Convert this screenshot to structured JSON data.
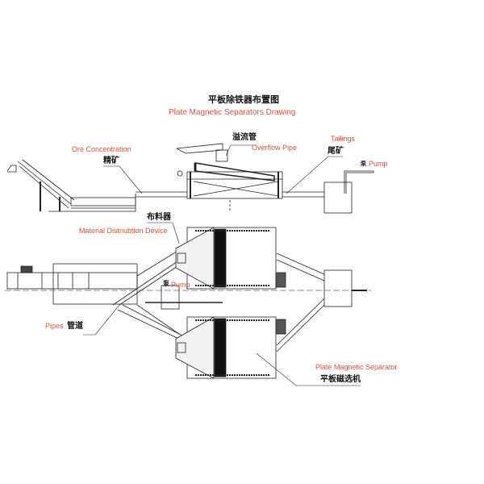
{
  "title": {
    "zh": "平板除铁器布置图",
    "en": "Plate Magnetic Separators Drawing"
  },
  "labels": {
    "overflow_pipe": {
      "zh": "溢流管",
      "en": "Overflow Pipe"
    },
    "tailings": {
      "zh": "尾矿",
      "en": "Tailings"
    },
    "pump_top": {
      "zh": "泵",
      "en": "Pump"
    },
    "ore_concentration": {
      "zh": "精矿",
      "en": "Ore Concentration"
    },
    "distribution_device": {
      "zh": "布料器",
      "en": "Material Distriubtion Device"
    },
    "pump_mid": {
      "zh": "泵",
      "en": "Pump"
    },
    "pipes": {
      "zh": "管道",
      "en": "Pipes"
    },
    "separator": {
      "zh": "平板磁选机",
      "en": "Plate Magnetic Separator"
    }
  },
  "colors": {
    "label_red": "#d4553f",
    "line": "#222222"
  }
}
